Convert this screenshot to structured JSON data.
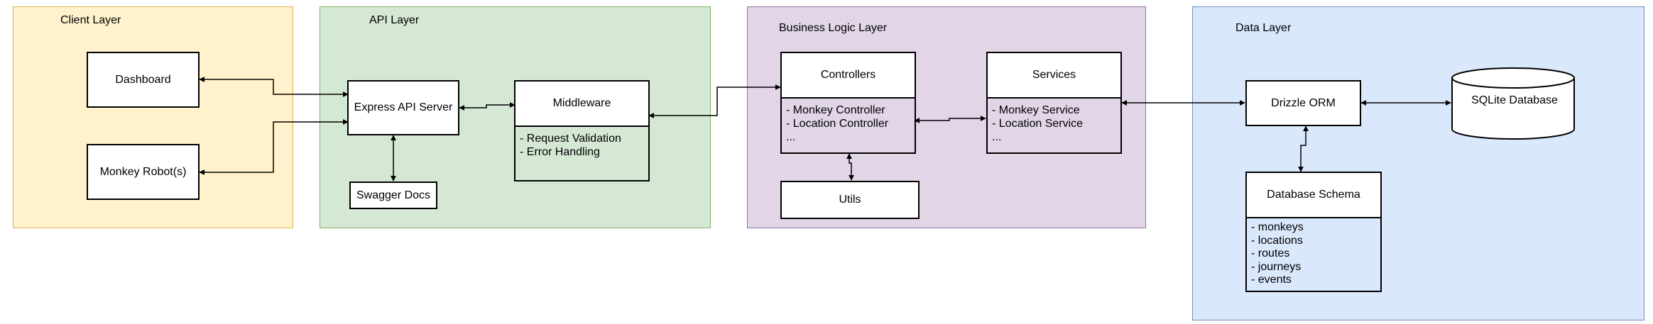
{
  "layers": {
    "client": "Client Layer",
    "api": "API Layer",
    "business": "Business Logic Layer",
    "data": "Data Layer"
  },
  "nodes": {
    "dashboard": "Dashboard",
    "monkey_robots": "Monkey Robot(s)",
    "express_api_server": "Express API Server",
    "swagger_docs": "Swagger Docs",
    "middleware": {
      "title": "Middleware",
      "items": [
        "- Request Validation",
        "- Error Handling"
      ]
    },
    "controllers": {
      "title": "Controllers",
      "items": [
        "- Monkey Controller",
        "- Location Controller",
        "..."
      ]
    },
    "services": {
      "title": "Services",
      "items": [
        "- Monkey Service",
        "- Location Service",
        "..."
      ]
    },
    "utils": "Utils",
    "drizzle_orm": "Drizzle ORM",
    "sqlite_database": "SQLite Database",
    "database_schema": {
      "title": "Database Schema",
      "items": [
        "- monkeys",
        "- locations",
        "- routes",
        "- journeys",
        "- events"
      ]
    }
  },
  "colors": {
    "client_fill": "#fff2cc",
    "client_stroke": "#d6b656",
    "api_fill": "#d5e8d4",
    "api_stroke": "#82b366",
    "business_fill": "#e1d5e7",
    "business_stroke": "#9673a6",
    "data_fill": "#dae8fc",
    "data_stroke": "#6c8ebf"
  }
}
